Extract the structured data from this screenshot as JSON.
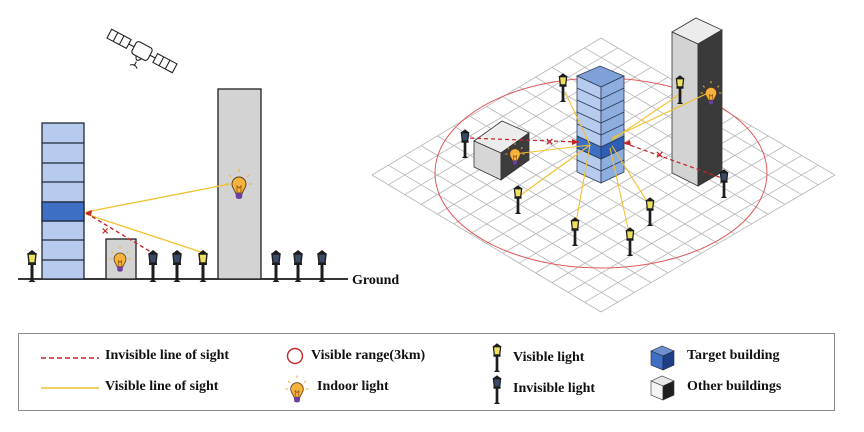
{
  "ground_label": "Ground",
  "legend": {
    "invisible_line": "Invisible line of sight",
    "visible_line": "Visible line of sight",
    "visible_range": "Visible range(3km)",
    "indoor_light": "Indoor light",
    "visible_light": "Visible light",
    "invisible_light": "Invisible light",
    "target_building": "Target building",
    "other_buildings": "Other buildings"
  },
  "colors": {
    "visible_line": "#f2c12e",
    "invisible_line": "#c0282d",
    "range_circle": "#e05a5a",
    "target_building": "#3f6fc4",
    "target_building_light": "#b7cbee",
    "other_building": "#d3d3d3",
    "other_building_dark": "#3b3b3b",
    "lamp_visible": "#f0e060",
    "lamp_invisible": "#2e3a52",
    "bulb": "#f6b23a",
    "bulb_base": "#6b3fa0"
  },
  "icons": [
    "satellite-icon",
    "lamp-icon",
    "bulb-icon",
    "cube-icon"
  ]
}
